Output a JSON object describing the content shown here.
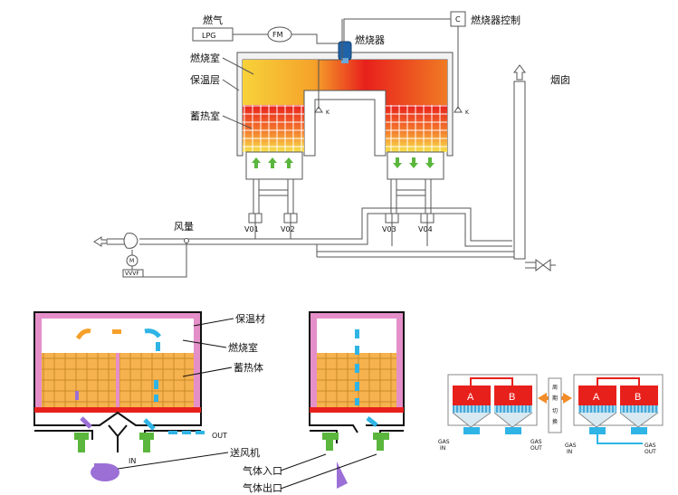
{
  "top": {
    "gas": "燃气",
    "lpg": "LPG",
    "fm": "FM",
    "burner": "燃烧器",
    "control_c": "C",
    "burner_control": "燃烧器控制",
    "chimney": "烟囱",
    "combustion_chamber": "燃烧室",
    "insulation_layer": "保温层",
    "regenerator": "蓄热室",
    "k_left": "K",
    "k_right": "K",
    "air_volume": "风量",
    "motor": "M",
    "vvvf": "VVVF",
    "valves": [
      "V01",
      "V02",
      "V03",
      "V04"
    ]
  },
  "bottom": {
    "insulation_material": "保温材",
    "combustion_chamber": "燃烧室",
    "heat_storage_body": "蓄热体",
    "out": "OUT",
    "in": "IN",
    "blower": "送风机",
    "gas_inlet": "气体入口",
    "gas_outlet": "气体出口"
  },
  "right": {
    "a": "A",
    "b": "B",
    "switch_chars": [
      "周",
      "期",
      "切",
      "换"
    ],
    "gas": "GAS",
    "in": "IN",
    "out": "OUT"
  },
  "colors": {
    "red": "#e8201c",
    "yellow": "#f7d23a",
    "orange_grid": "#f6b24e",
    "pink_wall": "#e58fc9",
    "blue_flow": "#2fb4e6",
    "green_flow": "#5ab63c",
    "purple": "#9b6fd6"
  }
}
